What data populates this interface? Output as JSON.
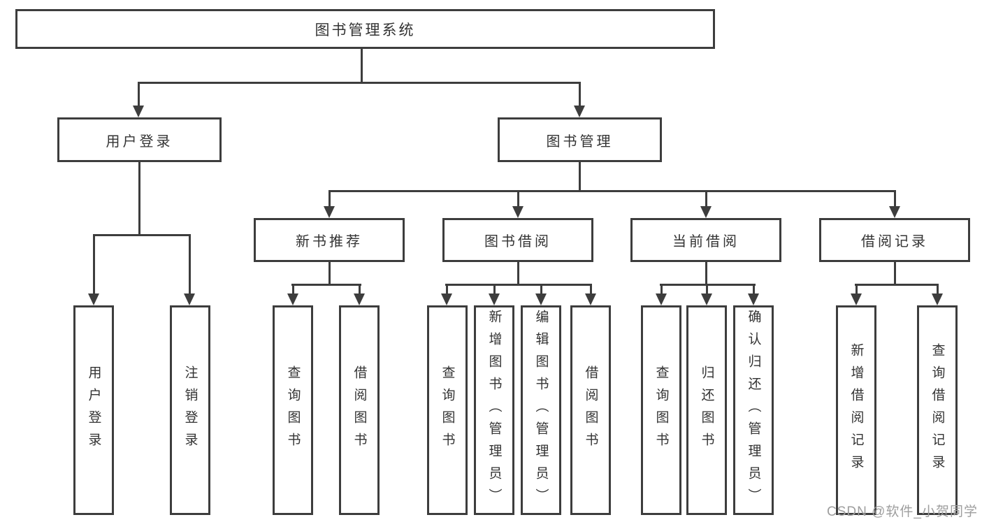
{
  "diagram": {
    "root": {
      "label": "图书管理系统"
    },
    "level2": [
      {
        "label": "用户登录"
      },
      {
        "label": "图书管理"
      }
    ],
    "level3": [
      {
        "label": "新书推荐",
        "parent": "图书管理"
      },
      {
        "label": "图书借阅",
        "parent": "图书管理"
      },
      {
        "label": "当前借阅",
        "parent": "图书管理"
      },
      {
        "label": "借阅记录",
        "parent": "图书管理"
      }
    ],
    "leaves": [
      {
        "label": "用户登录",
        "parent": "用户登录"
      },
      {
        "label": "注销登录",
        "parent": "用户登录"
      },
      {
        "label": "查询图书",
        "parent": "新书推荐"
      },
      {
        "label": "借阅图书",
        "parent": "新书推荐"
      },
      {
        "label": "查询图书",
        "parent": "图书借阅"
      },
      {
        "label": "新增图书（管理员）",
        "parent": "图书借阅"
      },
      {
        "label": "编辑图书（管理员）",
        "parent": "图书借阅"
      },
      {
        "label": "借阅图书",
        "parent": "图书借阅"
      },
      {
        "label": "查询图书",
        "parent": "当前借阅"
      },
      {
        "label": "归还图书",
        "parent": "当前借阅"
      },
      {
        "label": "确认归还（管理员）",
        "parent": "当前借阅"
      },
      {
        "label": "新增借阅记录",
        "parent": "借阅记录"
      },
      {
        "label": "查询借阅记录",
        "parent": "借阅记录"
      }
    ]
  },
  "watermark": "CSDN @软件_小贺同学",
  "colors": {
    "line": "#3d3d3d",
    "text": "#333333",
    "watermark": "#9e9e9e",
    "background": "#ffffff"
  }
}
